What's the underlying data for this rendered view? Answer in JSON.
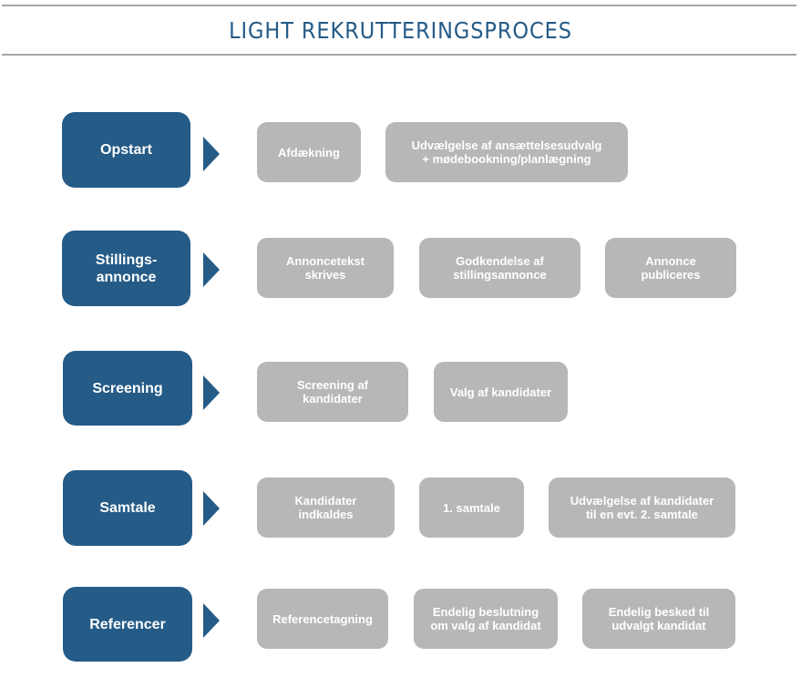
{
  "title": "LIGHT REKRUTTERINGSPROCES",
  "colors": {
    "phase": "#255b87",
    "step": "#b7b7b7",
    "rule": "#a6a6a6",
    "step_text": "#ffffff"
  },
  "phases": [
    {
      "label": "Opstart",
      "steps": [
        "Afdækning",
        "Udvælgelse af ansættelsesudvalg\n+ mødebookning/planlægning"
      ]
    },
    {
      "label": "Stillings-\nannonce",
      "steps": [
        "Annoncetekst\nskrives",
        "Godkendelse af\nstillingsannonce",
        "Annonce\npubliceres"
      ]
    },
    {
      "label": "Screening",
      "steps": [
        "Screening af\nkandidater",
        "Valg af kandidater"
      ]
    },
    {
      "label": "Samtale",
      "steps": [
        "Kandidater\nindkaldes",
        "1. samtale",
        "Udvælgelse af kandidater\ntil en evt. 2. samtale"
      ]
    },
    {
      "label": "Referencer",
      "steps": [
        "Referencetagning",
        "Endelig beslutning\nom valg af kandidat",
        "Endelig besked til\nudvalgt kandidat"
      ]
    }
  ]
}
